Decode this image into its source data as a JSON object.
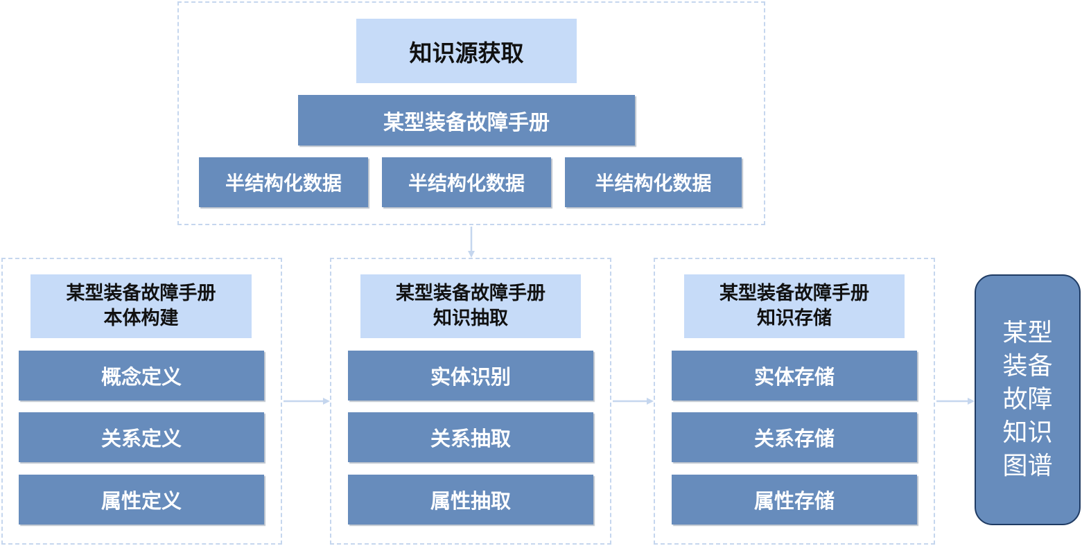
{
  "source_group": {
    "header": "知识源获取",
    "manual": "某型装备故障手册",
    "items": [
      "半结构化数据",
      "半结构化数据",
      "半结构化数据"
    ]
  },
  "stages": [
    {
      "header": "某型装备故障手册\n本体构建",
      "items": [
        "概念定义",
        "关系定义",
        "属性定义"
      ]
    },
    {
      "header": "某型装备故障手册\n知识抽取",
      "items": [
        "实体识别",
        "关系抽取",
        "属性抽取"
      ]
    },
    {
      "header": "某型装备故障手册\n知识存储",
      "items": [
        "实体存储",
        "关系存储",
        "属性存储"
      ]
    }
  ],
  "result": "某型装备故障知识图谱",
  "colors": {
    "light_box": "#c6dbf8",
    "dark_box": "#678cbc",
    "dash_border": "#c5d6ee",
    "arrow": "#c5d6ee",
    "result_border": "#1f3b63"
  }
}
